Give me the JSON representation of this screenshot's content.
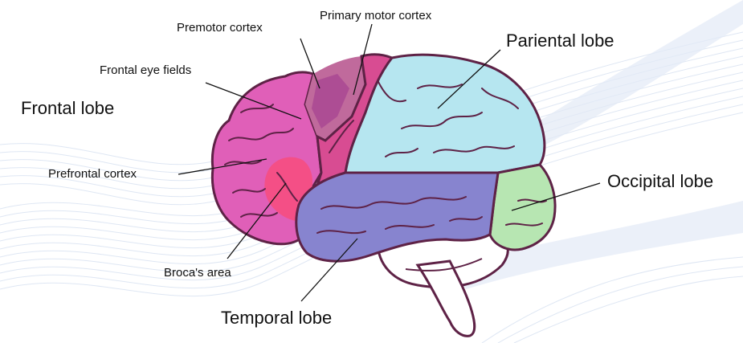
{
  "labels": {
    "frontal_lobe": "Frontal lobe",
    "premotor_cortex": "Premotor cortex",
    "primary_motor_cortex": "Primary motor cortex",
    "parietal_lobe": "Pariental lobe",
    "frontal_eye_fields": "Frontal eye fields",
    "prefrontal_cortex": "Prefrontal cortex",
    "occipital_lobe": "Occipital lobe",
    "brocas_area": "Broca's area",
    "temporal_lobe": "Temporal lobe"
  },
  "colors": {
    "outline": "#5e2246",
    "frontal": "#e05fb8",
    "premotor": "#c06a9c",
    "frontal_eye_fields": "#ad4d94",
    "primary_motor": "#d84c92",
    "broca": "#f44f86",
    "parietal": "#b6e6f0",
    "temporal": "#8784cf",
    "occipital": "#b7e6b2",
    "cerebellum": "#ffffff"
  }
}
